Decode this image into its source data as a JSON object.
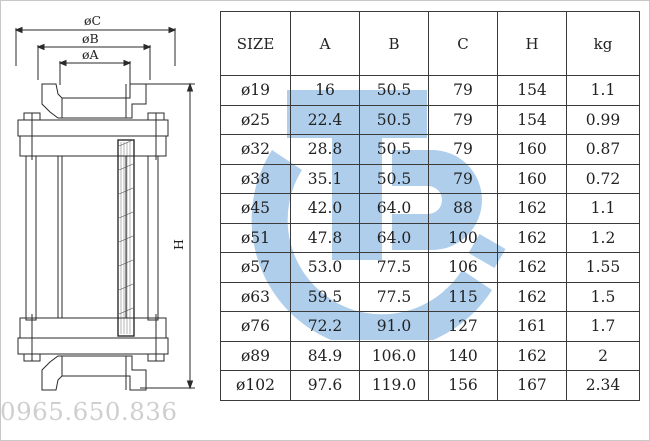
{
  "drawing": {
    "label_c": "øC",
    "label_b": "øB",
    "label_a": "øA",
    "label_h": "H"
  },
  "table": {
    "headers": [
      "SIZE",
      "A",
      "B",
      "C",
      "H",
      "kg"
    ],
    "rows": [
      [
        "ø19",
        "16",
        "50.5",
        "79",
        "154",
        "1.1"
      ],
      [
        "ø25",
        "22.4",
        "50.5",
        "79",
        "154",
        "0.99"
      ],
      [
        "ø32",
        "28.8",
        "50.5",
        "79",
        "160",
        "0.87"
      ],
      [
        "ø38",
        "35.1",
        "50.5",
        "79",
        "160",
        "0.72"
      ],
      [
        "ø45",
        "42.0",
        "64.0",
        "88",
        "162",
        "1.1"
      ],
      [
        "ø51",
        "47.8",
        "64.0",
        "100",
        "162",
        "1.2"
      ],
      [
        "ø57",
        "53.0",
        "77.5",
        "106",
        "162",
        "1.55"
      ],
      [
        "ø63",
        "59.5",
        "77.5",
        "115",
        "162",
        "1.5"
      ],
      [
        "ø76",
        "72.2",
        "91.0",
        "127",
        "161",
        "1.7"
      ],
      [
        "ø89",
        "84.9",
        "106.0",
        "140",
        "162",
        "2"
      ],
      [
        "ø102",
        "97.6",
        "119.0",
        "156",
        "167",
        "2.34"
      ]
    ]
  },
  "watermark": {
    "color": "#8fbce6"
  },
  "phone": "0965.650.836"
}
